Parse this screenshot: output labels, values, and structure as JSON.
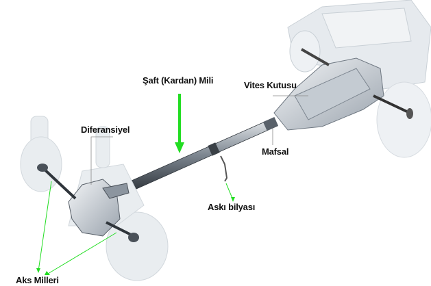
{
  "labels": {
    "shaft": "Şaft (Kardan) Mili",
    "gearbox": "Vites Kutusu",
    "differential": "Diferansiyel",
    "joint": "Mafsal",
    "center_bearing": "Askı bilyası",
    "axle_shafts": "Aks Milleri"
  },
  "colors": {
    "arrow": "#22dd22",
    "metal": "#9aa3ad",
    "ghost": "#dfe4e9"
  }
}
